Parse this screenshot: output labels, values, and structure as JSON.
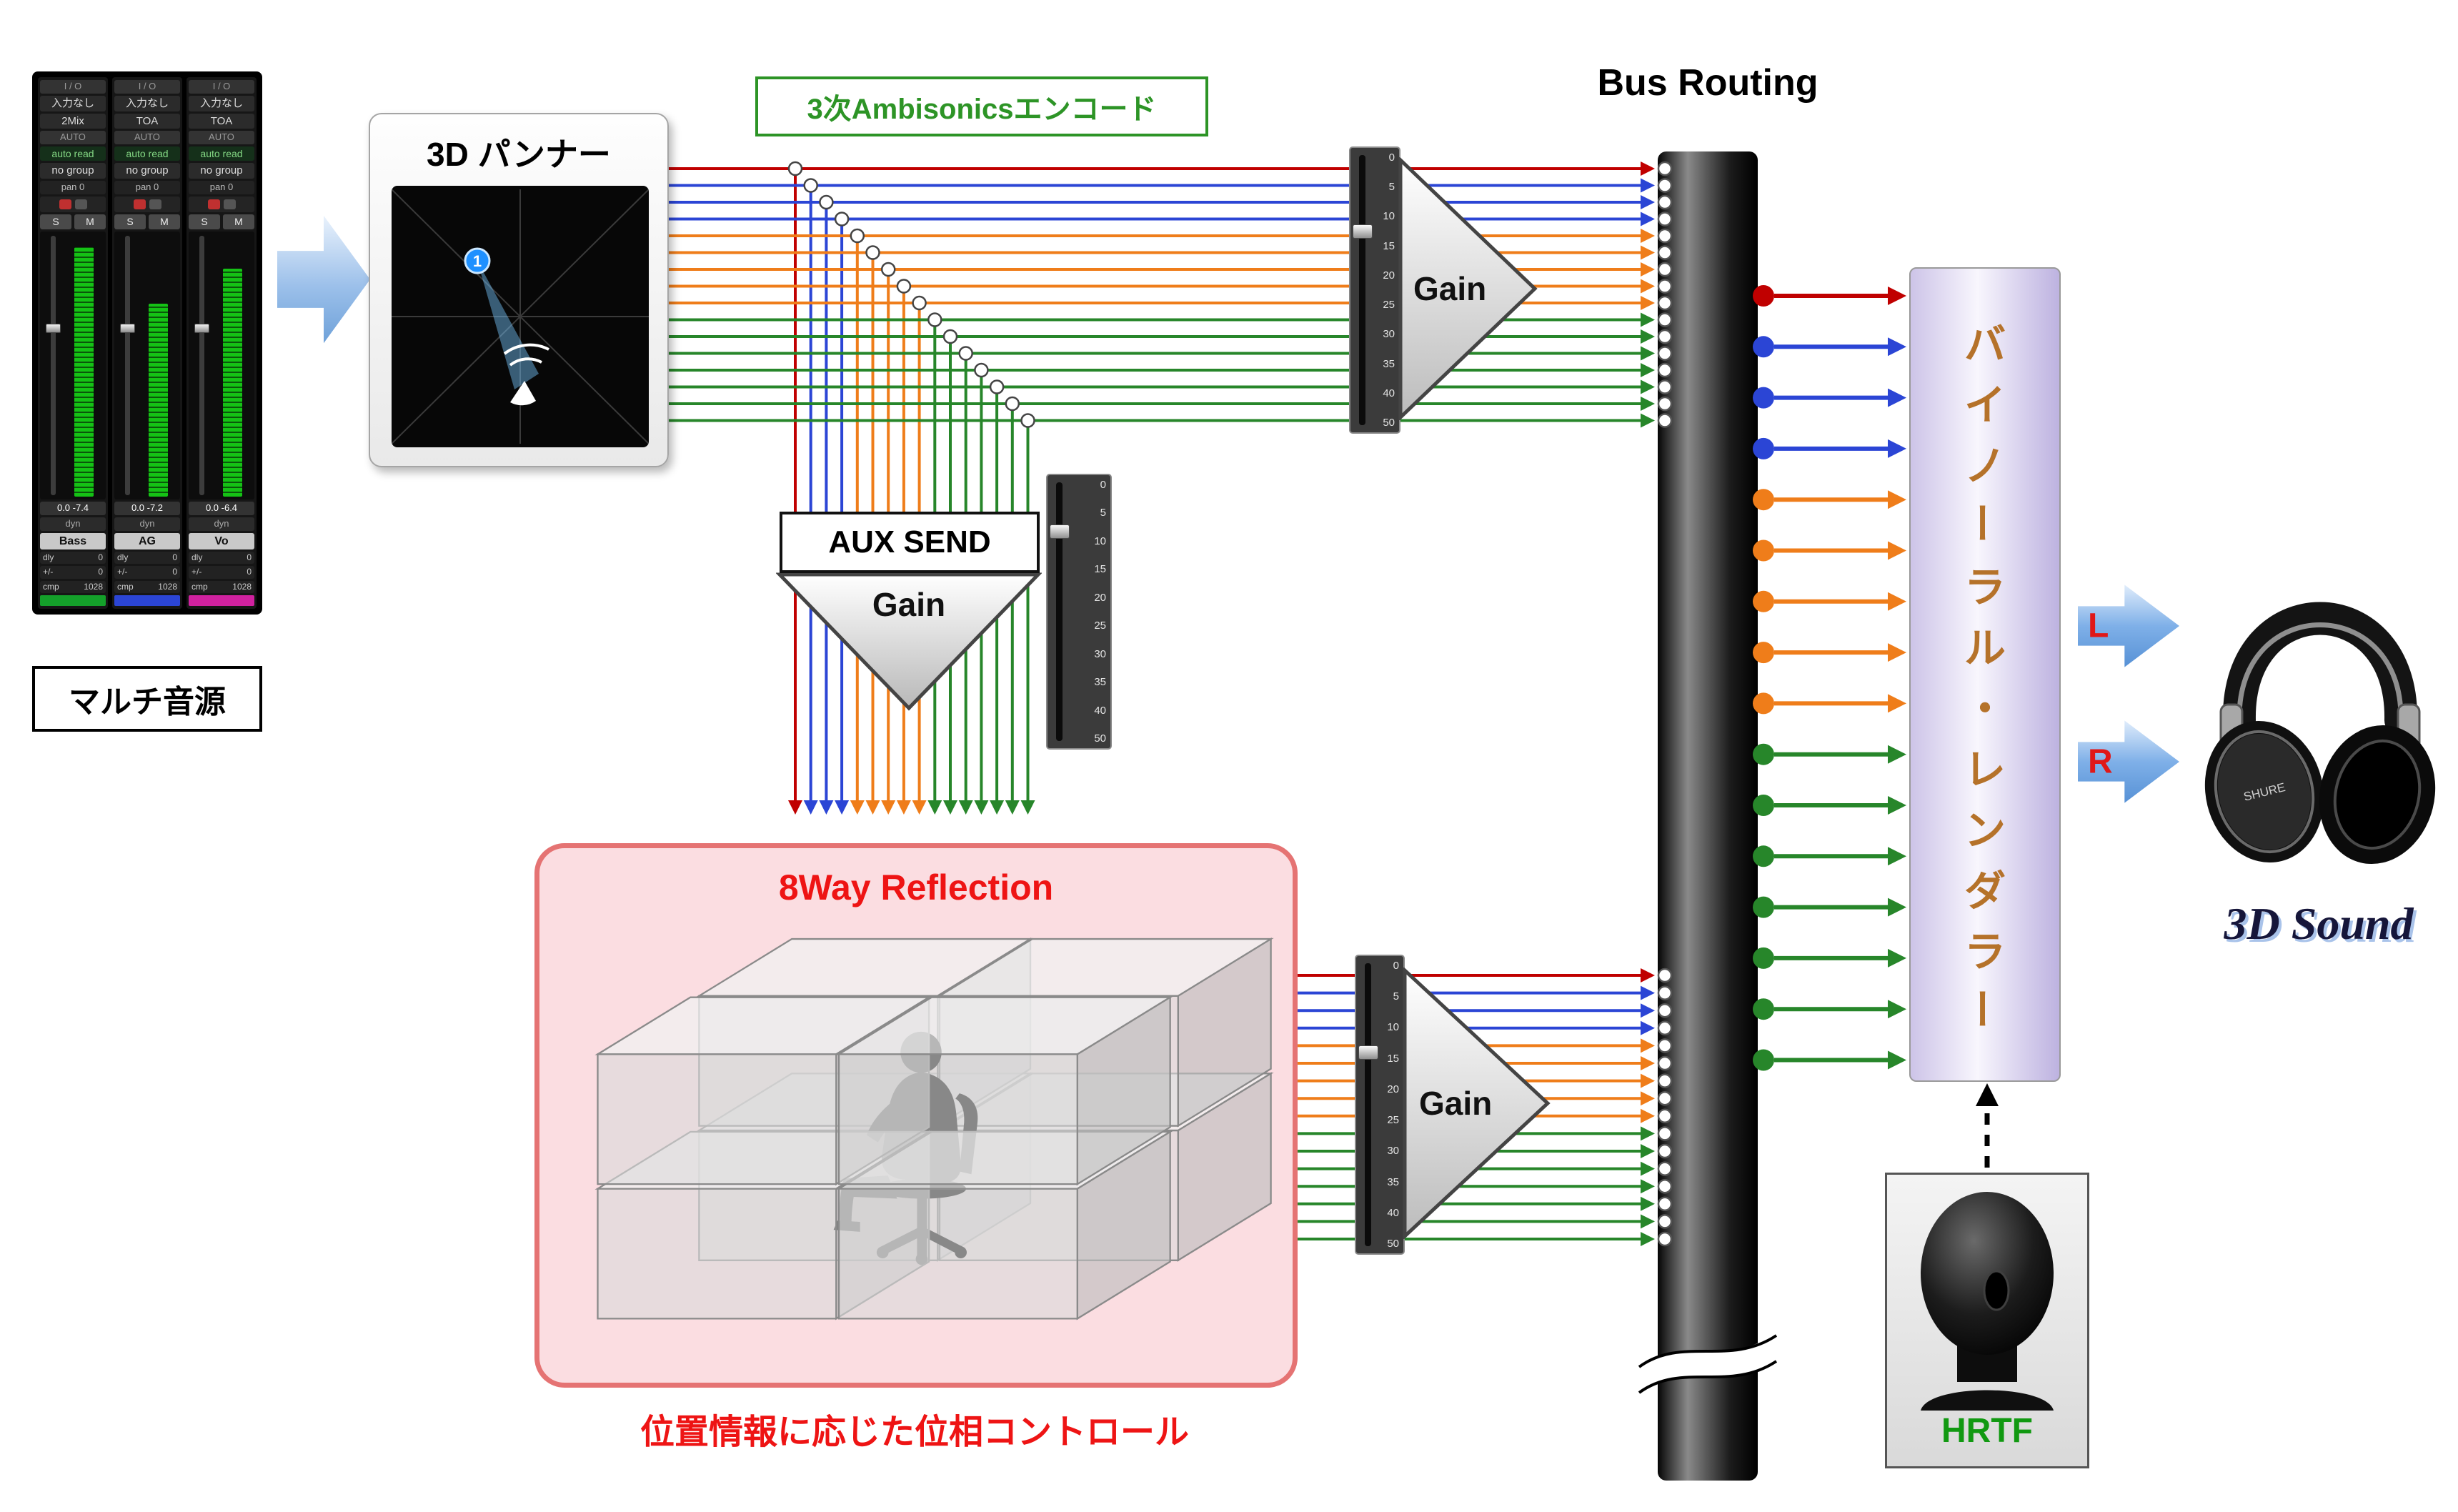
{
  "bus": {
    "title": "Bus Routing"
  },
  "mixer": {
    "label": "マルチ音源",
    "io_header": "I / O",
    "auto_header": "AUTO",
    "sm": [
      "S",
      "M"
    ],
    "row_labels": {
      "pan": "pan",
      "dyn": "dyn",
      "dly": "dly",
      "pm": "+/-",
      "cmp": "cmp"
    },
    "channels": [
      {
        "input": "入力なし",
        "bus": "2Mix",
        "auto": "auto read",
        "group": "no group",
        "pan": "0",
        "levels": "0.0  -7.4",
        "name": "Bass",
        "dly": "0",
        "pm": "0",
        "cmp": "1028",
        "meter": 0.93,
        "color": "#14a02a"
      },
      {
        "input": "入力なし",
        "bus": "TOA",
        "auto": "auto read",
        "group": "no group",
        "pan": "0",
        "levels": "0.0  -7.2",
        "name": "AG",
        "dly": "0",
        "pm": "0",
        "cmp": "1028",
        "meter": 0.72,
        "color": "#2b45d5"
      },
      {
        "input": "入力なし",
        "bus": "TOA",
        "auto": "auto read",
        "group": "no group",
        "pan": "0",
        "levels": "0.0  -6.4",
        "name": "Vo",
        "dly": "0",
        "pm": "0",
        "cmp": "1028",
        "meter": 0.85,
        "color": "#d0219f"
      }
    ]
  },
  "panner": {
    "title": "3D パンナー",
    "marker": "1"
  },
  "encode": {
    "label": "3次Ambisonicsエンコード"
  },
  "aux": {
    "label": "AUX SEND"
  },
  "gain": {
    "label": "Gain",
    "scale": [
      "0",
      "5",
      "10",
      "15",
      "20",
      "25",
      "30",
      "35",
      "40",
      "50"
    ]
  },
  "wires": {
    "palette": {
      "red": "#c00000",
      "blue": "#2b45d5",
      "orange": "#ef7d1a",
      "green": "#27862a"
    },
    "pattern": [
      "red",
      "blue",
      "blue",
      "blue",
      "orange",
      "orange",
      "orange",
      "orange",
      "orange",
      "green",
      "green",
      "green",
      "green",
      "green",
      "green",
      "green"
    ]
  },
  "reflection": {
    "title": "8Way Reflection",
    "caption": "位置情報に応じた位相コントロール"
  },
  "renderer": {
    "label": "バイノーラル・レンダラー"
  },
  "output": {
    "left": "L",
    "right": "R",
    "caption": "3D Sound",
    "brand": "SHURE"
  },
  "hrtf": {
    "label": "HRTF"
  }
}
